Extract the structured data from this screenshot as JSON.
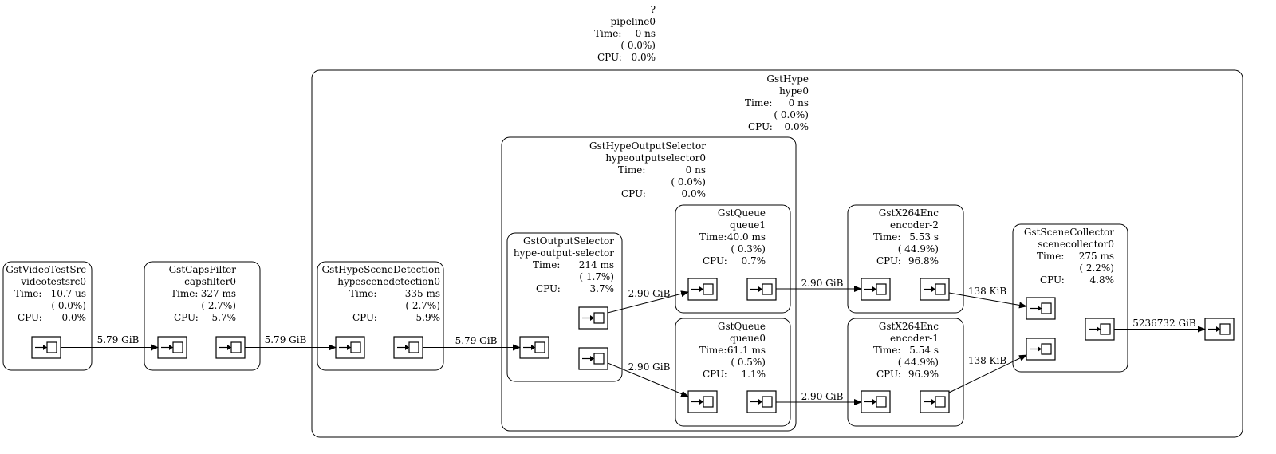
{
  "labels": {
    "time": "Time:",
    "cpu": "CPU:"
  },
  "pipeline": {
    "type": "?",
    "name": "pipeline0",
    "time": "0 ns",
    "pct": "(  0.0%)",
    "cpu": "0.0%"
  },
  "containers": [
    {
      "id": "hype",
      "type": "GstHype",
      "name": "hype0",
      "time": "0 ns",
      "pct": "(  0.0%)",
      "cpu": "0.0%"
    },
    {
      "id": "hypeoutputselector",
      "type": "GstHypeOutputSelector",
      "name": "hypeoutputselector0",
      "time": "0 ns",
      "pct": "(  0.0%)",
      "cpu": "0.0%"
    }
  ],
  "elements": [
    {
      "id": "videotestsrc",
      "type": "GstVideoTestSrc",
      "name": "videotestsrc0",
      "time": "10.7 us",
      "pct": "(  0.0%)",
      "cpu": "0.0%"
    },
    {
      "id": "capsfilter",
      "type": "GstCapsFilter",
      "name": "capsfilter0",
      "time": "327 ms",
      "pct": "(  2.7%)",
      "cpu": "5.7%"
    },
    {
      "id": "hypescenedetection",
      "type": "GstHypeSceneDetection",
      "name": "hypescenedetection0",
      "time": "335 ms",
      "pct": "(  2.7%)",
      "cpu": "5.9%"
    },
    {
      "id": "outputselector",
      "type": "GstOutputSelector",
      "name": "hype-output-selector",
      "time": "214 ms",
      "pct": "(  1.7%)",
      "cpu": "3.7%"
    },
    {
      "id": "queue1",
      "type": "GstQueue",
      "name": "queue1",
      "time": "40.0 ms",
      "pct": "(  0.3%)",
      "cpu": "0.7%"
    },
    {
      "id": "queue0",
      "type": "GstQueue",
      "name": "queue0",
      "time": "61.1 ms",
      "pct": "(  0.5%)",
      "cpu": "1.1%"
    },
    {
      "id": "encoder2",
      "type": "GstX264Enc",
      "name": "encoder-2",
      "time": "5.53 s",
      "pct": "( 44.9%)",
      "cpu": "96.8%"
    },
    {
      "id": "encoder1",
      "type": "GstX264Enc",
      "name": "encoder-1",
      "time": "5.54 s",
      "pct": "( 44.9%)",
      "cpu": "96.9%"
    },
    {
      "id": "scenecollector",
      "type": "GstSceneCollector",
      "name": "scenecollector0",
      "time": "275 ms",
      "pct": "(  2.2%)",
      "cpu": "4.8%"
    }
  ],
  "edges": [
    {
      "label": "5.79 GiB"
    },
    {
      "label": "5.79 GiB"
    },
    {
      "label": "5.79 GiB"
    },
    {
      "label": "2.90 GiB"
    },
    {
      "label": "2.90 GiB"
    },
    {
      "label": "2.90 GiB"
    },
    {
      "label": "2.90 GiB"
    },
    {
      "label": "138 KiB"
    },
    {
      "label": "138 KiB"
    },
    {
      "label": "5236732 GiB"
    }
  ],
  "icons": {
    "pad": "pad-arrow-square-icon"
  }
}
